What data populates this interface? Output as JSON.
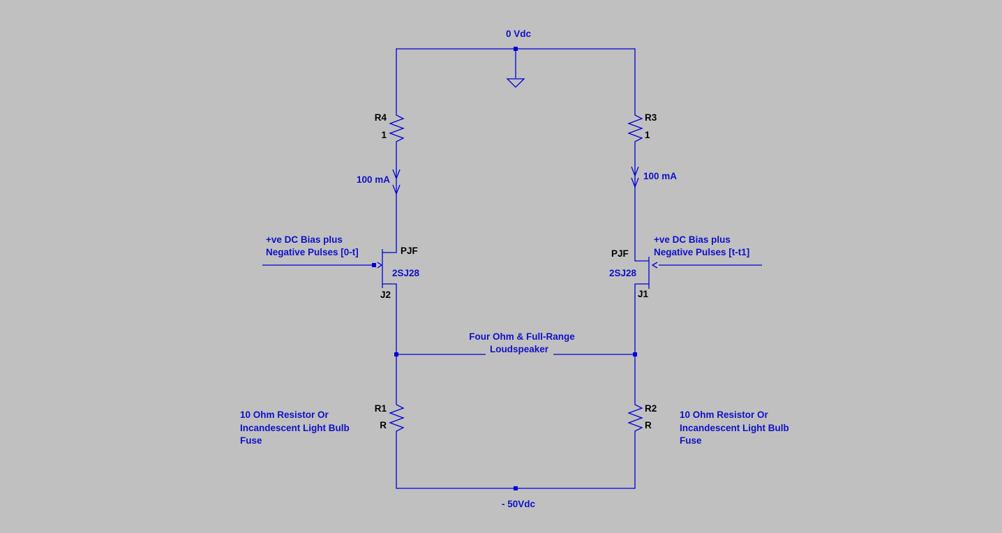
{
  "colors": {
    "background": "#c0c0c0",
    "wire": "#0000d8",
    "label": "#1010c8",
    "component_text": "#000000"
  },
  "netlabels": {
    "top": "0 Vdc",
    "bottom": "- 50Vdc"
  },
  "resistors": {
    "r4": {
      "name": "R4",
      "value": "1"
    },
    "r3": {
      "name": "R3",
      "value": "1"
    },
    "r1": {
      "name": "R1",
      "value": "R"
    },
    "r2": {
      "name": "R2",
      "value": "R"
    }
  },
  "currents": {
    "left": "100 mA",
    "right": "100 mA"
  },
  "jfets": {
    "j2": {
      "name": "J2",
      "model": "PJF",
      "part": "2SJ28"
    },
    "j1": {
      "name": "J1",
      "model": "PJF",
      "part": "2SJ28"
    }
  },
  "inputs": {
    "left": {
      "line1": "+ve DC Bias plus",
      "line2": "Negative Pulses [0-t]"
    },
    "right": {
      "line1": "+ve DC Bias plus",
      "line2": "Negative Pulses [t-t1]"
    }
  },
  "load": {
    "line1": "Four Ohm & Full-Range",
    "line2": "Loudspeaker"
  },
  "fuse_notes": {
    "left": {
      "line1": "10 Ohm Resistor Or",
      "line2": "Incandescent Light Bulb",
      "line3": "Fuse"
    },
    "right": {
      "line1": "10 Ohm Resistor Or",
      "line2": "Incandescent Light Bulb",
      "line3": "Fuse"
    }
  }
}
